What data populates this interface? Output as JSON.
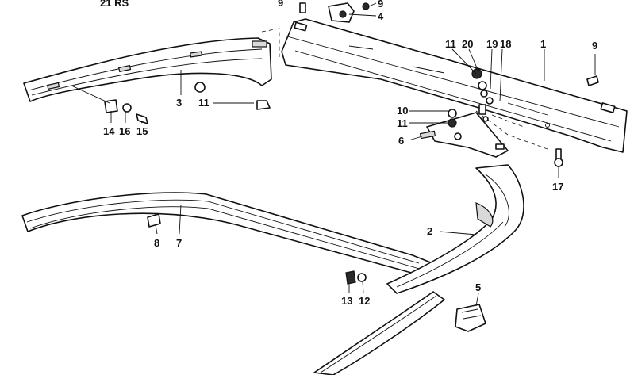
{
  "header_label": "21 RS",
  "callouts": [
    {
      "id": "c9a",
      "text": "9"
    },
    {
      "id": "c9b",
      "text": "9"
    },
    {
      "id": "c4",
      "text": "4"
    },
    {
      "id": "c11a",
      "text": "11"
    },
    {
      "id": "c20",
      "text": "20"
    },
    {
      "id": "c19",
      "text": "19"
    },
    {
      "id": "c18",
      "text": "18"
    },
    {
      "id": "c1",
      "text": "1"
    },
    {
      "id": "c9c",
      "text": "9"
    },
    {
      "id": "c3",
      "text": "3"
    },
    {
      "id": "c11b",
      "text": "11"
    },
    {
      "id": "c10",
      "text": "10"
    },
    {
      "id": "c11c",
      "text": "11"
    },
    {
      "id": "c6",
      "text": "6"
    },
    {
      "id": "c14",
      "text": "14"
    },
    {
      "id": "c16",
      "text": "16"
    },
    {
      "id": "c15",
      "text": "15"
    },
    {
      "id": "c17",
      "text": "17"
    },
    {
      "id": "c2",
      "text": "2"
    },
    {
      "id": "c8",
      "text": "8"
    },
    {
      "id": "c7",
      "text": "7"
    },
    {
      "id": "c13",
      "text": "13"
    },
    {
      "id": "c12",
      "text": "12"
    },
    {
      "id": "c5",
      "text": "5"
    }
  ]
}
